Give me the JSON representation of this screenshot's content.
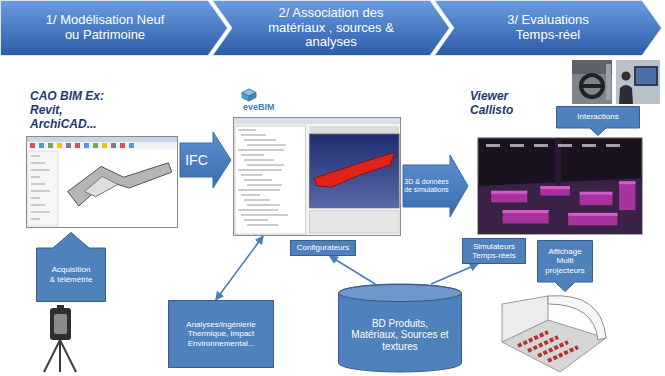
{
  "diagram": {
    "nodes": [
      {
        "text": [
          "1/ Modélisation Neuf ou Patrimoine"
        ]
      },
      {
        "text": [
          "2/ Association des matériaux , sources & analyses"
        ]
      },
      {
        "text": [
          "3/ Evaluations Temps-réel"
        ]
      },
      {
        "text": [
          "CAO BIM Ex: Revit, ArchiCAD..."
        ]
      },
      {
        "text": [
          "eveBIM"
        ]
      },
      {
        "text": [
          "Configurateurs"
        ]
      },
      {
        "text": [
          "Viewer Callisto"
        ]
      },
      {
        "text": [
          "Interactions"
        ]
      },
      {
        "text": [
          "Simulateurs Temps-réels"
        ]
      },
      {
        "text": [
          "Affichage Multi projecteurs"
        ]
      },
      {
        "text": [
          "Acquisition & télémétrie"
        ]
      },
      {
        "text": [
          "Analyses/ingénierie Thermique, Impact Environnemental..."
        ]
      },
      {
        "text": [
          "BD Produits, Matériaux, Sources et textures"
        ]
      }
    ],
    "edges": [
      {
        "from": 3,
        "to": 4,
        "arrow": "to",
        "label": "IFC"
      },
      {
        "from": 4,
        "to": 6,
        "arrow": "to",
        "label": "3D & données de simulations"
      },
      {
        "from": 11,
        "to": 4,
        "arrow": "both"
      },
      {
        "from": 12,
        "to": 5,
        "arrow": "to"
      },
      {
        "from": 12,
        "to": 8,
        "arrow": "to"
      }
    ]
  }
}
